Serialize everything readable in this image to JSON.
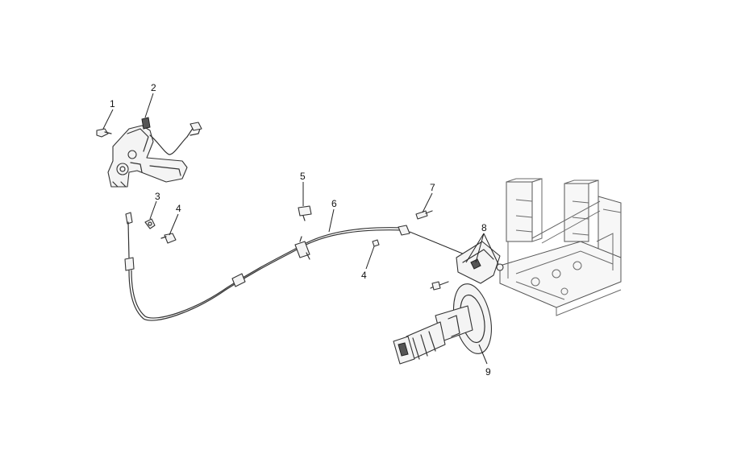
{
  "callouts": {
    "c1": "1",
    "c2": "2",
    "c3": "3",
    "c4a": "4",
    "c4b": "4",
    "c5": "5",
    "c6": "6",
    "c7": "7",
    "c8": "8",
    "c9": "9"
  },
  "colors": {
    "line": "#333333",
    "background": "#ffffff"
  }
}
